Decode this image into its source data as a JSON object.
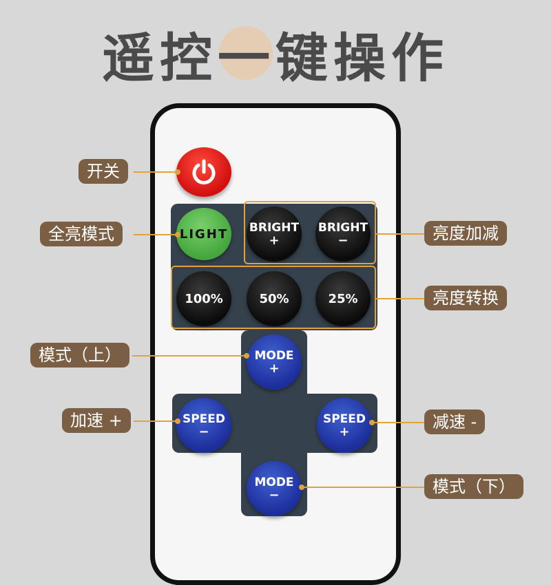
{
  "title": "遥控一键操作",
  "buttons": {
    "power_icon": "power-icon",
    "light": "LIGHT",
    "bright_plus_top": "BRIGHT",
    "bright_plus_sign": "+",
    "bright_minus_top": "BRIGHT",
    "bright_minus_sign": "−",
    "pct100": "100%",
    "pct50": "50%",
    "pct25": "25%",
    "mode_up_top": "MODE",
    "mode_up_sign": "+",
    "mode_down_top": "MODE",
    "mode_down_sign": "−",
    "speed_left_top": "SPEED",
    "speed_left_sign": "−",
    "speed_right_top": "SPEED",
    "speed_right_sign": "+"
  },
  "labels": {
    "power": "开关",
    "full_bright": "全亮模式",
    "brightness_adjust": "亮度加减",
    "brightness_switch": "亮度转换",
    "mode_up": "模式（上）",
    "speed_up": "加速 +",
    "speed_down": "减速 -",
    "mode_down": "模式（下）"
  },
  "colors": {
    "power_button": "#e3191c",
    "light_button": "#5bbd50",
    "mode_speed_buttons": "#2a3fb0",
    "label_bg": "#7a5f45",
    "callout_line": "#e0a23c"
  }
}
